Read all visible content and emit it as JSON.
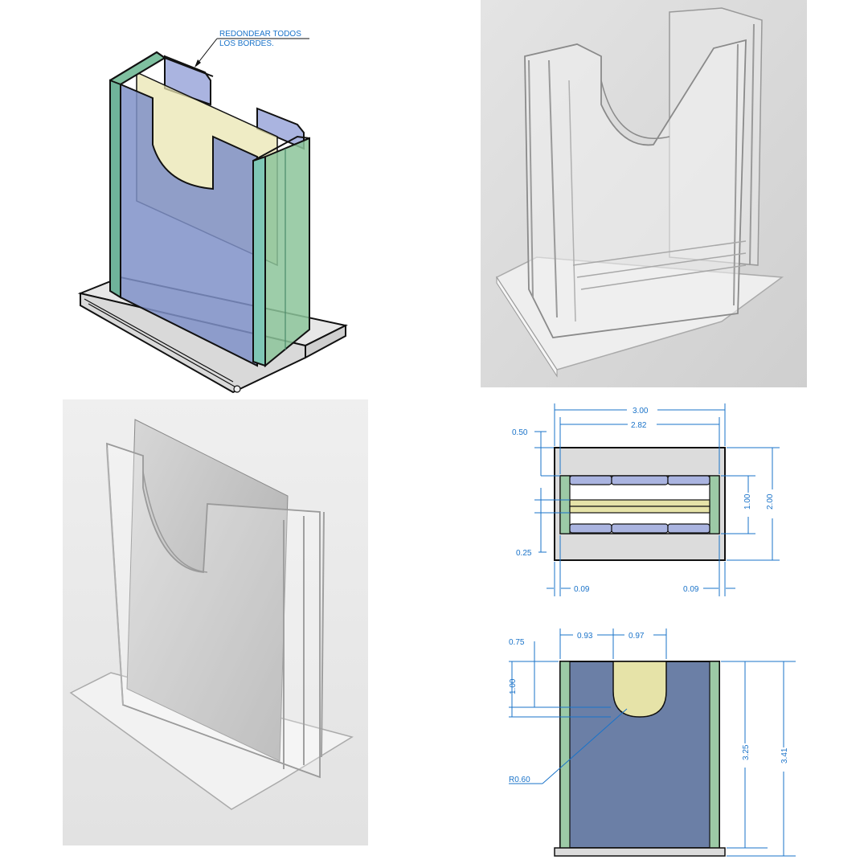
{
  "isometric": {
    "note_line1": "REDONDEAR TODOS",
    "note_line2": "LOS BORDES."
  },
  "top_view": {
    "dim_overall_width": "3.00",
    "dim_inner_width": "2.82",
    "dim_wall_offset": "0.50",
    "dim_slot_gap": "0.25",
    "dim_slot_span": "1.00",
    "dim_depth": "2.00",
    "dim_left_wall": "0.09",
    "dim_right_wall": "0.09"
  },
  "front_view": {
    "dim_left_offset": "0.93",
    "dim_notch_width": "0.97",
    "dim_top_offset": "0.75",
    "dim_notch_depth": "1.00",
    "dim_radius": "R0.60",
    "dim_panel_height": "3.25",
    "dim_total_height": "3.41"
  },
  "colors": {
    "dimension_blue": "#1a73c9",
    "panel_blue": "#6b7fa6",
    "edge_green": "#9ccaa6",
    "notch_yellow": "#e6e3a8",
    "base_gray": "#dcdcdc"
  }
}
